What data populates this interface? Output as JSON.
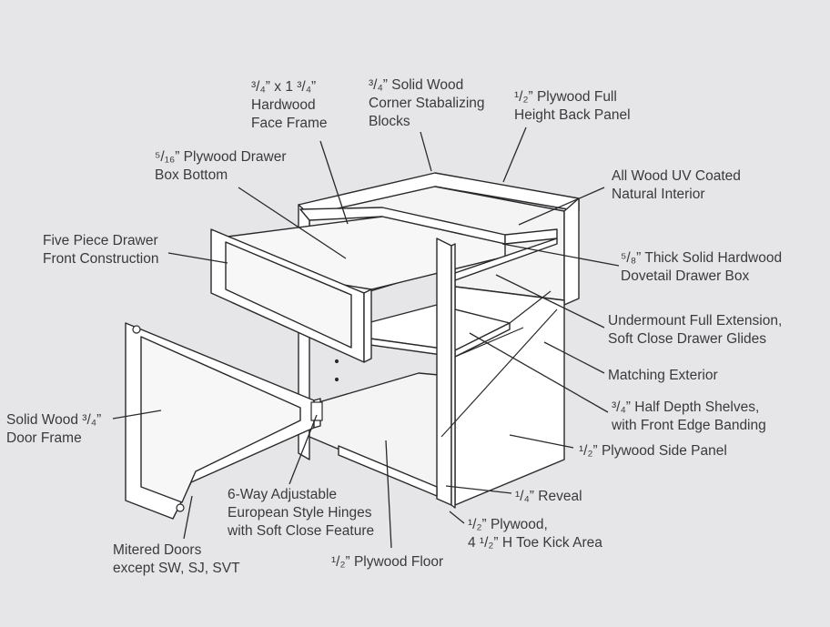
{
  "labels": {
    "face_frame": [
      "³/₄” x 1 ³/₄”",
      "Hardwood",
      "Face Frame"
    ],
    "corner_blocks": [
      "³/₄” Solid Wood",
      "Corner Stabalizing",
      "Blocks"
    ],
    "back_panel": [
      "¹/₂” Plywood Full",
      "Height Back Panel"
    ],
    "drawer_bottom": [
      "⁵/₁₆” Plywood Drawer",
      "Box Bottom"
    ],
    "uv_interior": [
      "All Wood UV Coated",
      "Natural Interior"
    ],
    "drawer_front": [
      "Five Piece Drawer",
      "Front Construction"
    ],
    "dovetail_box": [
      "⁵/₈” Thick Solid Hardwood",
      "Dovetail Drawer Box"
    ],
    "glides": [
      "Undermount Full Extension,",
      "Soft Close Drawer Glides"
    ],
    "exterior": [
      "Matching Exterior"
    ],
    "shelves": [
      "³/₄” Half Depth Shelves,",
      "with Front Edge Banding"
    ],
    "door_frame": [
      "Solid Wood ³/₄”",
      "Door Frame"
    ],
    "side_panel": [
      "¹/₂” Plywood Side Panel"
    ],
    "hinges": [
      "6-Way Adjustable",
      "European Style Hinges",
      "with Soft Close Feature"
    ],
    "reveal": [
      "¹/₄” Reveal"
    ],
    "toe_kick": [
      "¹/₂” Plywood,",
      "4 ¹/₂” H Toe Kick Area"
    ],
    "mitered_doors": [
      "Mitered Doors",
      "except SW, SJ, SVT"
    ],
    "floor": [
      "¹/₂” Plywood Floor"
    ]
  },
  "colors": {
    "background": "#e6e6e8",
    "line": "#2a2a2c",
    "text": "#3a3a3c",
    "panel": "#ffffff"
  }
}
